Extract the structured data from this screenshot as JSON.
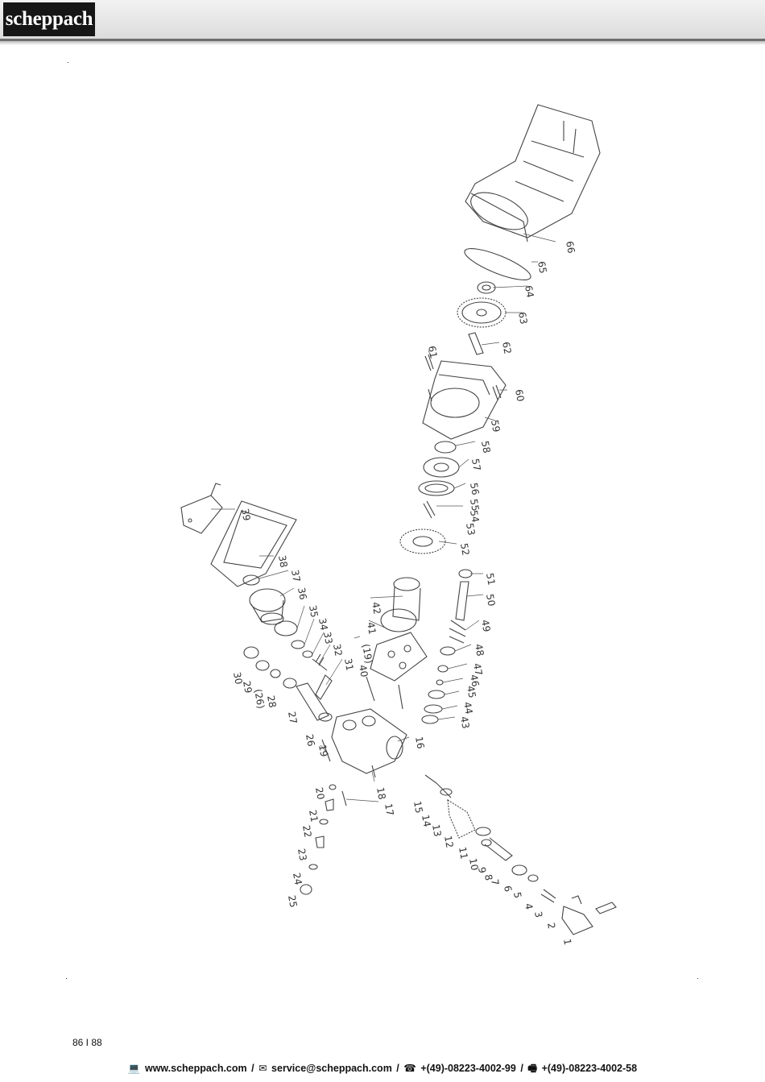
{
  "header": {
    "logo_text": "scheppach"
  },
  "diagram": {
    "part_labels": [
      "1",
      "2",
      "3",
      "4",
      "5",
      "6",
      "7",
      "8",
      "9",
      "10",
      "11",
      "12",
      "13",
      "14",
      "15",
      "16",
      "17",
      "18",
      "19",
      "(19)",
      "20",
      "21",
      "22",
      "23",
      "24",
      "25",
      "26",
      "(26)",
      "27",
      "28",
      "29",
      "30",
      "31",
      "32",
      "33",
      "34",
      "35",
      "36",
      "37",
      "38",
      "39",
      "40",
      "41",
      "42",
      "43",
      "44",
      "45",
      "46",
      "47",
      "48",
      "49",
      "50",
      "51",
      "52",
      "53",
      "54",
      "55",
      "56",
      "57",
      "58",
      "59",
      "60",
      "61",
      "62",
      "63",
      "64",
      "65",
      "66"
    ]
  },
  "footer": {
    "page_number": "86 I 88",
    "website": "www.scheppach.com",
    "email": "service@scheppach.com",
    "phone": "+(49)-08223-4002-99",
    "fax": "+(49)-08223-4002-58"
  }
}
